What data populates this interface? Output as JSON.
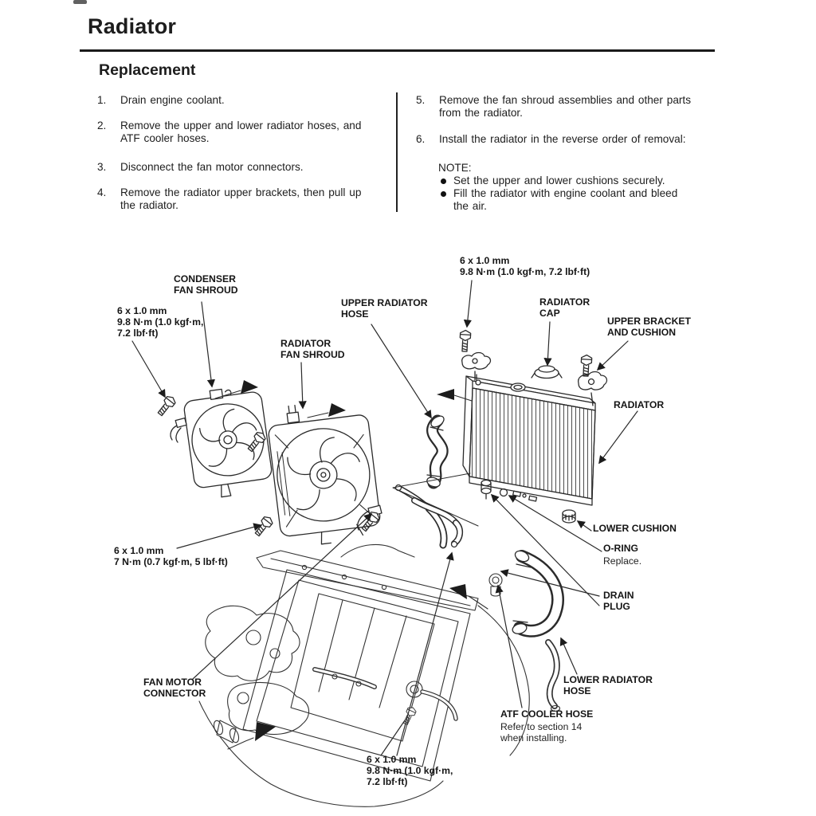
{
  "page": {
    "title": "Radiator",
    "section_heading": "Replacement"
  },
  "steps_left": [
    {
      "num": "1.",
      "text": "Drain engine coolant."
    },
    {
      "num": "2.",
      "text": "Remove the upper and lower radiator hoses, and\nATF cooler hoses."
    },
    {
      "num": "3.",
      "text": "Disconnect the fan motor connectors."
    },
    {
      "num": "4.",
      "text": "Remove the radiator upper brackets, then pull up\nthe radiator."
    }
  ],
  "steps_right": [
    {
      "num": "5.",
      "text": "Remove the fan shroud assemblies and other parts\nfrom the radiator."
    },
    {
      "num": "6.",
      "text": "Install the radiator in the reverse order of removal:"
    }
  ],
  "note": {
    "heading": "NOTE:",
    "items": [
      "Set the upper and lower cushions securely.",
      "Fill the radiator with engine coolant and bleed\nthe air."
    ]
  },
  "diagram": {
    "labels": {
      "condenser_fan_shroud": "CONDENSER\nFAN SHROUD",
      "bolt_spec_top_left": "6 x 1.0 mm\n9.8 N·m (1.0 kgf·m,\n7.2 lbf·ft)",
      "radiator_fan_shroud": "RADIATOR\nFAN SHROUD",
      "upper_radiator_hose": "UPPER RADIATOR\nHOSE",
      "bolt_spec_top_center": "6 x 1.0 mm\n9.8 N·m (1.0 kgf·m, 7.2 lbf·ft)",
      "radiator_cap": "RADIATOR\nCAP",
      "upper_bracket_and_cushion": "UPPER BRACKET\nAND CUSHION",
      "radiator": "RADIATOR",
      "lower_cushion": "LOWER CUSHION",
      "o_ring": "O-RING",
      "o_ring_note": "Replace.",
      "drain_plug": "DRAIN\nPLUG",
      "fan_motor_connector": "FAN MOTOR\nCONNECTOR",
      "lower_radiator_hose": "LOWER RADIATOR\nHOSE",
      "atf_cooler_hose": "ATF COOLER HOSE",
      "atf_cooler_hose_note": "Refer to section 14\nwhen installing.",
      "bolt_spec_bottom": "6 x 1.0 mm\n9.8 N·m (1.0 kgf·m,\n7.2 lbf·ft)",
      "bolt_spec_left_mid": "6 x 1.0 mm\n7 N·m (0.7 kgf·m, 5 lbf·ft)"
    }
  }
}
